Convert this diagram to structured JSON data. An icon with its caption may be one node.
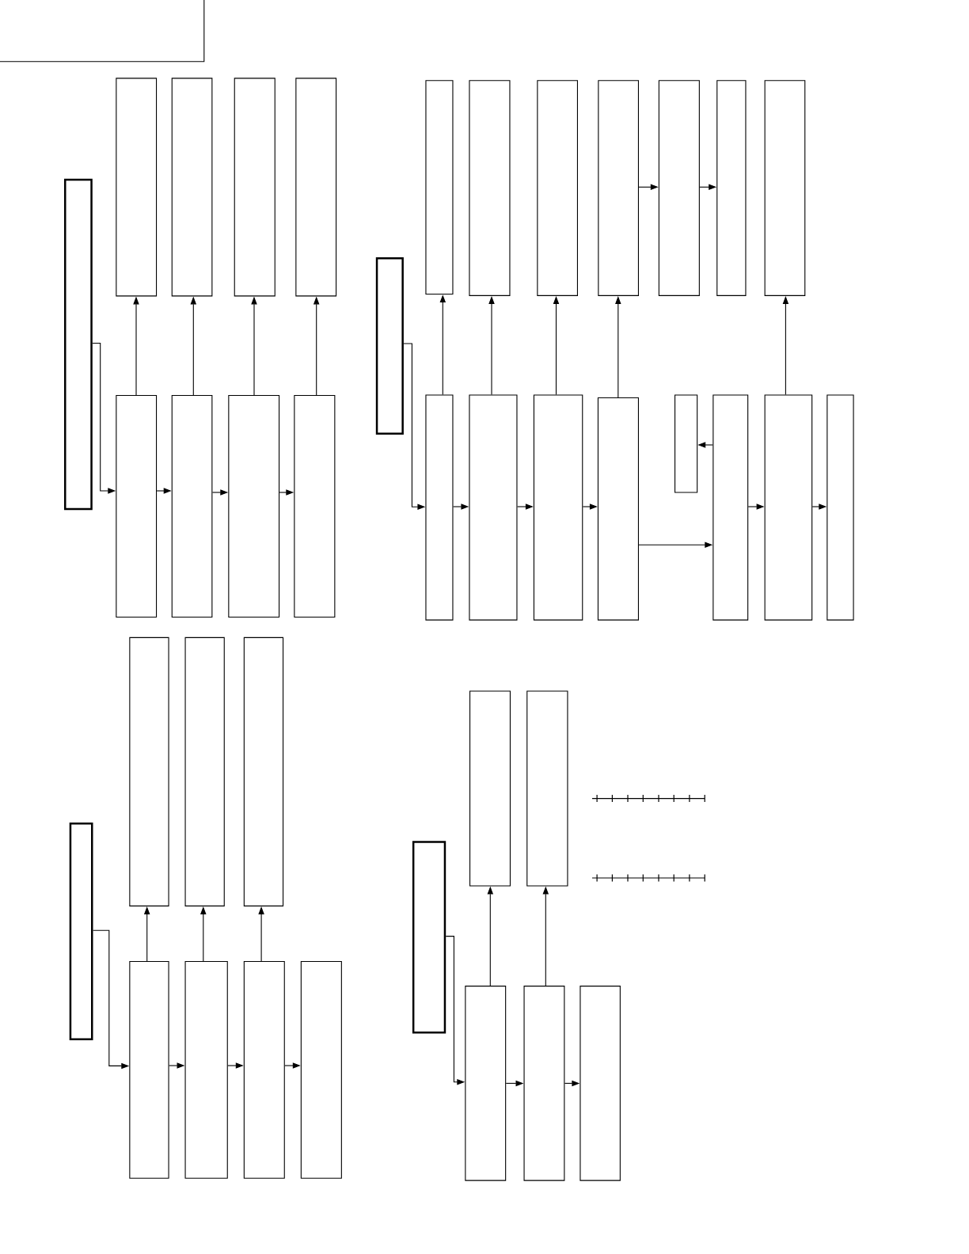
{
  "diagram": {
    "nodes": [
      {
        "text": [],
        "shape": "box"
      },
      {
        "text": [],
        "shape": "box"
      },
      {
        "text": [],
        "shape": "box"
      },
      {
        "text": [],
        "shape": "box"
      },
      {
        "text": [],
        "shape": "box"
      },
      {
        "text": [],
        "shape": "box"
      },
      {
        "text": [],
        "shape": "box"
      },
      {
        "text": [],
        "shape": "box"
      },
      {
        "text": [],
        "shape": "box"
      },
      {
        "text": [],
        "shape": "box"
      },
      {
        "text": [],
        "shape": "box"
      },
      {
        "text": [],
        "shape": "box"
      },
      {
        "text": [],
        "shape": "box"
      },
      {
        "text": [],
        "shape": "box"
      },
      {
        "text": [],
        "shape": "box"
      },
      {
        "text": [],
        "shape": "box"
      },
      {
        "text": [],
        "shape": "box"
      },
      {
        "text": [],
        "shape": "box"
      },
      {
        "text": [],
        "shape": "box"
      },
      {
        "text": [],
        "shape": "box"
      },
      {
        "text": [],
        "shape": "box"
      },
      {
        "text": [],
        "shape": "box"
      },
      {
        "text": [],
        "shape": "box"
      },
      {
        "text": [],
        "shape": "box"
      },
      {
        "text": [],
        "shape": "box"
      },
      {
        "text": [],
        "shape": "box"
      },
      {
        "text": [],
        "shape": "box"
      },
      {
        "text": [],
        "shape": "box"
      },
      {
        "text": [],
        "shape": "box"
      },
      {
        "text": [],
        "shape": "box"
      },
      {
        "text": [],
        "shape": "box"
      },
      {
        "text": [],
        "shape": "box"
      },
      {
        "text": [],
        "shape": "box"
      },
      {
        "text": [],
        "shape": "box"
      },
      {
        "text": [],
        "shape": "box"
      },
      {
        "text": [],
        "shape": "box"
      },
      {
        "text": [],
        "shape": "box"
      },
      {
        "text": [],
        "shape": "box"
      },
      {
        "text": [],
        "shape": "box"
      },
      {
        "text": [],
        "shape": "box"
      }
    ],
    "edges": [
      {
        "from": 1,
        "to": 6,
        "arrow": "to"
      },
      {
        "from": 6,
        "to": 2,
        "arrow": "to"
      },
      {
        "from": 7,
        "to": 3,
        "arrow": "to"
      },
      {
        "from": 8,
        "to": 4,
        "arrow": "to"
      },
      {
        "from": 9,
        "to": 5,
        "arrow": "to"
      },
      {
        "from": 6,
        "to": 7,
        "arrow": "to"
      },
      {
        "from": 7,
        "to": 8,
        "arrow": "to"
      },
      {
        "from": 8,
        "to": 9,
        "arrow": "to"
      },
      {
        "from": 10,
        "to": 18,
        "arrow": "to"
      },
      {
        "from": 18,
        "to": 11,
        "arrow": "to"
      },
      {
        "from": 19,
        "to": 12,
        "arrow": "to"
      },
      {
        "from": 20,
        "to": 13,
        "arrow": "to"
      },
      {
        "from": 21,
        "to": 14,
        "arrow": "to"
      },
      {
        "from": 24,
        "to": 17,
        "arrow": "to"
      },
      {
        "from": 18,
        "to": 19,
        "arrow": "to"
      },
      {
        "from": 19,
        "to": 20,
        "arrow": "to"
      },
      {
        "from": 20,
        "to": 21,
        "arrow": "to"
      },
      {
        "from": 21,
        "to": 23,
        "arrow": "to"
      },
      {
        "from": 23,
        "to": 22,
        "arrow": "to"
      },
      {
        "from": 23,
        "to": 24,
        "arrow": "to"
      },
      {
        "from": 24,
        "to": 25,
        "arrow": "to"
      },
      {
        "from": 14,
        "to": 15,
        "arrow": "to"
      },
      {
        "from": 15,
        "to": 16,
        "arrow": "to"
      },
      {
        "from": 26,
        "to": 30,
        "arrow": "to"
      },
      {
        "from": 30,
        "to": 27,
        "arrow": "to"
      },
      {
        "from": 31,
        "to": 28,
        "arrow": "to"
      },
      {
        "from": 32,
        "to": 29,
        "arrow": "to"
      },
      {
        "from": 30,
        "to": 31,
        "arrow": "to"
      },
      {
        "from": 31,
        "to": 32,
        "arrow": "to"
      },
      {
        "from": 32,
        "to": 33,
        "arrow": "to"
      },
      {
        "from": 34,
        "to": 37,
        "arrow": "to"
      },
      {
        "from": 37,
        "to": 35,
        "arrow": "to"
      },
      {
        "from": 38,
        "to": 36,
        "arrow": "to"
      },
      {
        "from": 37,
        "to": 38,
        "arrow": "to"
      },
      {
        "from": 38,
        "to": 39,
        "arrow": "to"
      }
    ]
  }
}
